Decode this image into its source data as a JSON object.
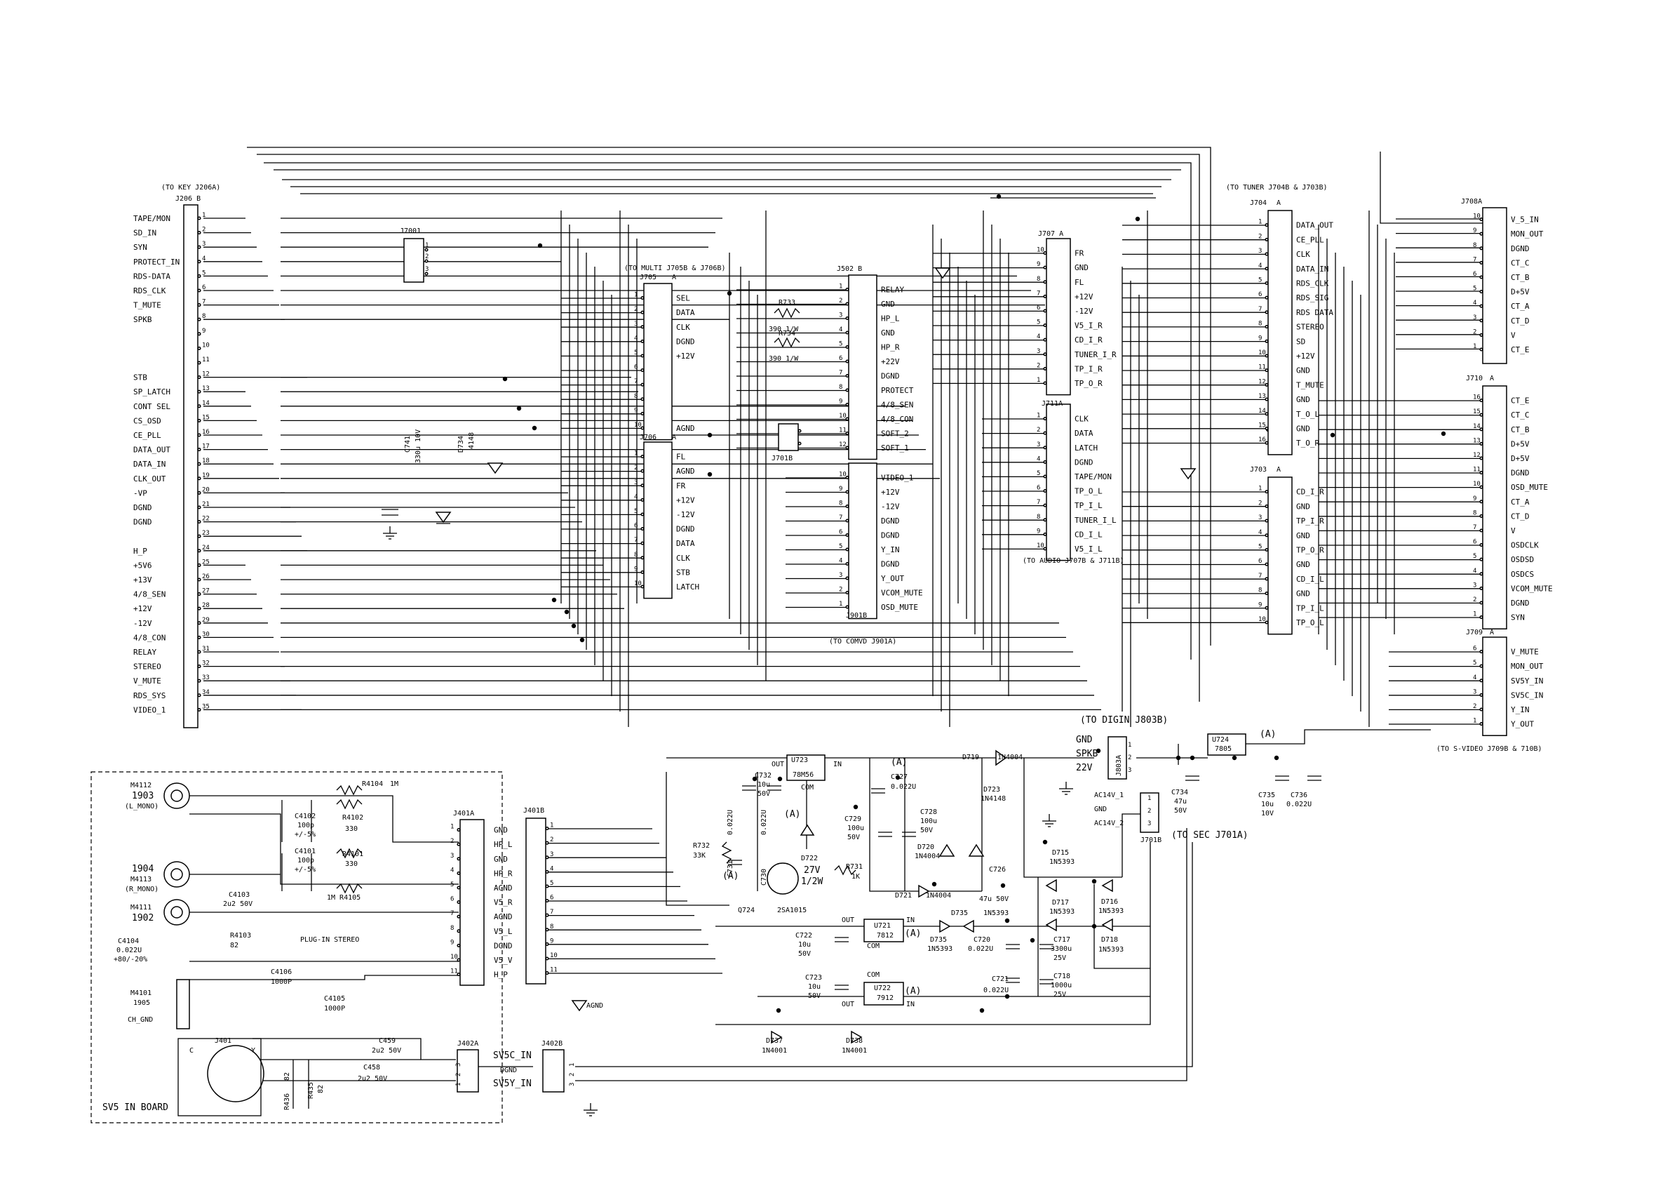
{
  "connectors": {
    "J206B": {
      "header_note": "(TO KEY J206A)",
      "title": "J206 B",
      "labels": [
        "TAPE/MON",
        "SD_IN",
        "SYN",
        "PROTECT_IN",
        "RDS-DATA",
        "RDS_CLK",
        "T_MUTE",
        "SPKB",
        "",
        "",
        "",
        "STB",
        "SP_LATCH",
        "CONT SEL",
        "CS_OSD",
        "CE_PLL",
        "DATA_OUT",
        "DATA_IN",
        "CLK_OUT",
        "-VP",
        "DGND",
        "DGND",
        "",
        "H_P",
        "+5V6",
        "+13V",
        "4/8_SEN",
        "+12V",
        "-12V",
        "4/8_CON",
        "RELAY",
        "STEREO",
        "V_MUTE",
        "RDS_SYS",
        "VIDEO_1"
      ],
      "pins": [
        "1",
        "2",
        "3",
        "4",
        "5",
        "6",
        "7",
        "8",
        "9",
        "10",
        "11",
        "12",
        "13",
        "14",
        "15",
        "16",
        "17",
        "18",
        "19",
        "20",
        "21",
        "22",
        "23",
        "24",
        "25",
        "26",
        "27",
        "28",
        "29",
        "30",
        "31",
        "32",
        "33",
        "34",
        "35"
      ]
    },
    "J7001": {
      "title": "J7001",
      "pins": [
        "1",
        "2",
        "3"
      ]
    },
    "J705A": {
      "header_note": "(TO MULTI J705B & J706B)",
      "title": "J705",
      "suffix": "A",
      "labels": [
        "SEL",
        "DATA",
        "CLK",
        "DGND",
        "+12V",
        "",
        "",
        "",
        "",
        "AGND"
      ],
      "pins": [
        "1",
        "2",
        "3",
        "4",
        "5",
        "6",
        "7",
        "8",
        "9",
        "10"
      ]
    },
    "J706A": {
      "title": "J706",
      "suffix": "A",
      "labels": [
        "FL",
        "AGND",
        "FR",
        "+12V",
        "-12V",
        "DGND",
        "DATA",
        "CLK",
        "STB",
        "LATCH"
      ],
      "pins": [
        "1",
        "2",
        "3",
        "4",
        "5",
        "6",
        "7",
        "8",
        "9",
        "10"
      ]
    },
    "J502B": {
      "title": "J502 B",
      "labels": [
        "RELAY",
        "GND",
        "HP_L",
        "GND",
        "HP_R",
        "+22V",
        "DGND",
        "PROTECT",
        "4/8_SEN",
        "4/8_CON",
        "SOFT_2",
        "SOFT_1"
      ],
      "pins": [
        "1",
        "2",
        "3",
        "4",
        "5",
        "6",
        "7",
        "8",
        "9",
        "10",
        "11",
        "12"
      ]
    },
    "J901B": {
      "title": "J901B",
      "footer_note": "(TO COMVD J901A)",
      "labels": [
        "VIDEO_1",
        "+12V",
        "-12V",
        "DGND",
        "DGND",
        "Y_IN",
        "DGND",
        "Y_OUT",
        "VCOM_MUTE",
        "OSD_MUTE"
      ],
      "pins": [
        "10",
        "9",
        "8",
        "7",
        "6",
        "5",
        "4",
        "3",
        "2",
        "1"
      ]
    },
    "J701B_small": {
      "title": "J701B"
    },
    "J707A": {
      "title": "J707 A",
      "labels": [
        "FR",
        "GND",
        "FL",
        "+12V",
        "-12V",
        "V5_I_R",
        "CD_I_R",
        "TUNER_I_R",
        "TP_I_R",
        "TP_O_R"
      ],
      "pins": [
        "10",
        "9",
        "8",
        "7",
        "6",
        "5",
        "4",
        "3",
        "2",
        "1"
      ]
    },
    "J711A": {
      "title": "J711A",
      "footer_note": "(TO AUDIO J707B & J711B)",
      "labels": [
        "CLK",
        "DATA",
        "LATCH",
        "DGND",
        "TAPE/MON",
        "TP_O_L",
        "TP_I_L",
        "TUNER_I_L",
        "CD_I_L",
        "V5_I_L"
      ],
      "pins": [
        "1",
        "2",
        "3",
        "4",
        "5",
        "6",
        "7",
        "8",
        "9",
        "10"
      ]
    },
    "J704A": {
      "header_note": "(TO TUNER J704B & J703B)",
      "title": "J704",
      "suffix": "A",
      "labels": [
        "DATA_OUT",
        "CE_PLL",
        "CLK",
        "DATA_IN",
        "RDS_CLK",
        "RDS_SIG",
        "RDS DATA",
        "STEREO",
        "SD",
        "+12V",
        "GND",
        "T_MUTE",
        "GND",
        "T_O_L",
        "GND",
        "T_O_R"
      ],
      "pins": [
        "1",
        "2",
        "3",
        "4",
        "5",
        "6",
        "7",
        "8",
        "9",
        "10",
        "11",
        "12",
        "13",
        "14",
        "15",
        "16"
      ]
    },
    "J703A": {
      "title": "J703",
      "suffix": "A",
      "labels": [
        "CD_I_R",
        "GND",
        "TP_I_R",
        "GND",
        "TP_O_R",
        "GND",
        "CD_I_L",
        "GND",
        "TP_I_L",
        "TP_O_L"
      ],
      "pins": [
        "1",
        "2",
        "3",
        "4",
        "5",
        "6",
        "7",
        "8",
        "9",
        "10"
      ]
    },
    "J708A": {
      "title": "J708A",
      "labels": [
        "V_5_IN",
        "MON_OUT",
        "DGND",
        "CT_C",
        "CT_B",
        "D+5V",
        "CT_A",
        "CT_D",
        "V",
        "CT_E"
      ],
      "pins": [
        "10",
        "9",
        "8",
        "7",
        "6",
        "5",
        "4",
        "3",
        "2",
        "1"
      ]
    },
    "J710A": {
      "title": "J710",
      "suffix": "A",
      "labels": [
        "CT_E",
        "CT_C",
        "CT_B",
        "D+5V",
        "D+5V",
        "DGND",
        "OSD_MUTE",
        "CT_A",
        "CT_D",
        "V",
        "OSDCLK",
        "OSDSD",
        "OSDCS",
        "VCOM_MUTE",
        "DGND",
        "SYN"
      ],
      "pins": [
        "16",
        "15",
        "14",
        "13",
        "12",
        "11",
        "10",
        "9",
        "8",
        "7",
        "6",
        "5",
        "4",
        "3",
        "2",
        "1"
      ]
    },
    "J709A": {
      "title": "J709",
      "suffix": "A",
      "footer_note": "(TO S-VIDEO J709B & 710B)",
      "labels": [
        "V_MUTE",
        "MON_OUT",
        "SV5Y_IN",
        "SV5C_IN",
        "Y_IN",
        "Y_OUT"
      ],
      "pins": [
        "6",
        "5",
        "4",
        "3",
        "2",
        "1"
      ]
    },
    "J803A": {
      "title": "J803A",
      "header_note": "(TO DIGIN J803B)",
      "labels": [
        "GND",
        "SPKB",
        "22V"
      ],
      "pins": [
        "1",
        "2",
        "3"
      ]
    },
    "J701B": {
      "title": "J701B",
      "footer_note": "(TO SEC J701A)",
      "labels": [
        "AC14V_1",
        "GND",
        "AC14V_2"
      ],
      "pins": [
        "1",
        "2",
        "3"
      ]
    },
    "J401A": {
      "title": "J401A",
      "labels": [
        "GND",
        "HP_L",
        "GND",
        "HP_R",
        "AGND",
        "V5_R",
        "AGND",
        "V5_L",
        "DGND",
        "V5_V",
        "H_P"
      ],
      "pins": [
        "1",
        "2",
        "3",
        "4",
        "5",
        "6",
        "7",
        "8",
        "9",
        "10",
        "11"
      ]
    },
    "J401B": {
      "title": "J401B",
      "pins": [
        "1",
        "2",
        "3",
        "4",
        "5",
        "6",
        "7",
        "8",
        "9",
        "10",
        "11"
      ]
    },
    "J402A": {
      "title": "J402A",
      "pins": [
        "1",
        "2",
        "3"
      ]
    },
    "J402B": {
      "title": "J402B",
      "pins": [
        "1",
        "2",
        "3"
      ],
      "labels": [
        "SV5C_IN",
        "DGND",
        "SV5Y_IN"
      ]
    }
  },
  "components": {
    "C741": {
      "name": "C741",
      "value": "330u 10V"
    },
    "D734": {
      "name": "D734",
      "value": "4148"
    },
    "R733": {
      "name": "R733",
      "value": "390 1/W"
    },
    "R734": {
      "name": "R734",
      "value": "390 1/W"
    },
    "U723": {
      "name": "U723",
      "value": "78M56",
      "pins": [
        "OUT",
        "IN",
        "COM"
      ]
    },
    "U724": {
      "name": "U724",
      "value": "7805"
    },
    "U721": {
      "name": "U721",
      "value": "7812",
      "pins": [
        "OUT",
        "IN",
        "COM"
      ]
    },
    "U722": {
      "name": "U722",
      "value": "7912",
      "pins": [
        "COM",
        "OUT",
        "IN"
      ]
    },
    "C732": {
      "name": "C732",
      "value1": "10u",
      "value2": "50V"
    },
    "C727": {
      "name": "C727",
      "value": "0.022U"
    },
    "C731": {
      "name": "C731",
      "value": "0.022U"
    },
    "C730": {
      "name": "C730",
      "value": "0.022U"
    },
    "R732": {
      "name": "R732",
      "value": "33K"
    },
    "D722": {
      "name": "D722",
      "value1": "27V",
      "value2": "1/2W"
    },
    "C729": {
      "name": "C729",
      "value1": "100u",
      "value2": "50V"
    },
    "C728": {
      "name": "C728",
      "value1": "100u",
      "value2": "50V"
    },
    "R731": {
      "name": "R731",
      "value": "1K"
    },
    "Q724": {
      "name": "Q724",
      "value": "2SA1015"
    },
    "D719": {
      "name": "D719",
      "value": "1N4004"
    },
    "D720": {
      "name": "D720",
      "value": "1N4004"
    },
    "D721": {
      "name": "D721",
      "value": "1N4004"
    },
    "D723": {
      "name": "D723",
      "value": "1N4148"
    },
    "C726": {
      "name": "C726",
      "value": "47u 50V"
    },
    "D715": {
      "name": "D715",
      "value": "1N5393"
    },
    "D716": {
      "name": "D716",
      "value": "1N5393"
    },
    "D717": {
      "name": "D717",
      "value": "1N5393"
    },
    "D718": {
      "name": "D718",
      "value": "1N5393"
    },
    "D735": {
      "name": "D735",
      "value": "1N5393"
    },
    "D736": {
      "name": "D735",
      "value": "1N5393"
    },
    "C720": {
      "name": "C720",
      "value": "0.022U"
    },
    "C721": {
      "name": "C721",
      "value": "0.022U"
    },
    "C722": {
      "name": "C722",
      "value1": "10u",
      "value2": "50V"
    },
    "C723": {
      "name": "C723",
      "value1": "10u",
      "value2": "50V"
    },
    "C717": {
      "name": "C717",
      "value1": "3300u",
      "value2": "25V"
    },
    "C718": {
      "name": "C718",
      "value1": "1000u",
      "value2": "25V"
    },
    "C734": {
      "name": "C734",
      "value1": "47u",
      "value2": "50V"
    },
    "C735": {
      "name": "C735",
      "value1": "10u",
      "value2": "10V"
    },
    "C736": {
      "name": "C736",
      "value": "0.022U"
    },
    "D737": {
      "name": "D737",
      "value": "1N4001"
    },
    "D738": {
      "name": "D738",
      "value": "1N4001"
    },
    "M4112": {
      "name": "M4112",
      "sub": "1903",
      "note": "(L_MONO)"
    },
    "M4113": {
      "name": "M4113",
      "sub": "1904",
      "note": "(R_MONO)"
    },
    "M4111": {
      "name": "M4111",
      "sub": "1902"
    },
    "M4101": {
      "name": "M4101",
      "sub": "1905",
      "note": "CH_GND"
    },
    "R4104": {
      "name": "R4104",
      "value": "1M"
    },
    "R4102": {
      "name": "R4102",
      "value": "330"
    },
    "R4101": {
      "name": "R4101",
      "value": "330"
    },
    "R4105": {
      "name": "1M R4105"
    },
    "C4102": {
      "name": "C4102",
      "value1": "100p",
      "value2": "+/-5%"
    },
    "C4101": {
      "name": "C4101",
      "value1": "100p",
      "value2": "+/-5%"
    },
    "C4103": {
      "name": "C4103",
      "value": "2u2 50V"
    },
    "R4103": {
      "name": "R4103",
      "value": "82"
    },
    "C4104": {
      "name": "C4104",
      "value1": "0.022U",
      "value2": "+80/-20%"
    },
    "C4106": {
      "name": "C4106",
      "value": "1000P"
    },
    "C4105": {
      "name": "C4105",
      "value": "1000P"
    },
    "J401": {
      "name": "J401",
      "pins": [
        "C",
        "Y"
      ]
    },
    "R436": {
      "name": "R436",
      "value": "82"
    },
    "R435": {
      "name": "R435",
      "value": "82"
    },
    "C459": {
      "name": "C459",
      "value": "2u2 50V"
    },
    "C458": {
      "name": "C458",
      "value": "2u2 50V"
    }
  },
  "annotations": {
    "plugin_stereo": "PLUG-IN STEREO",
    "board_label": "SV5 IN BOARD",
    "agnd": "AGND",
    "marker_a": "(A)"
  }
}
